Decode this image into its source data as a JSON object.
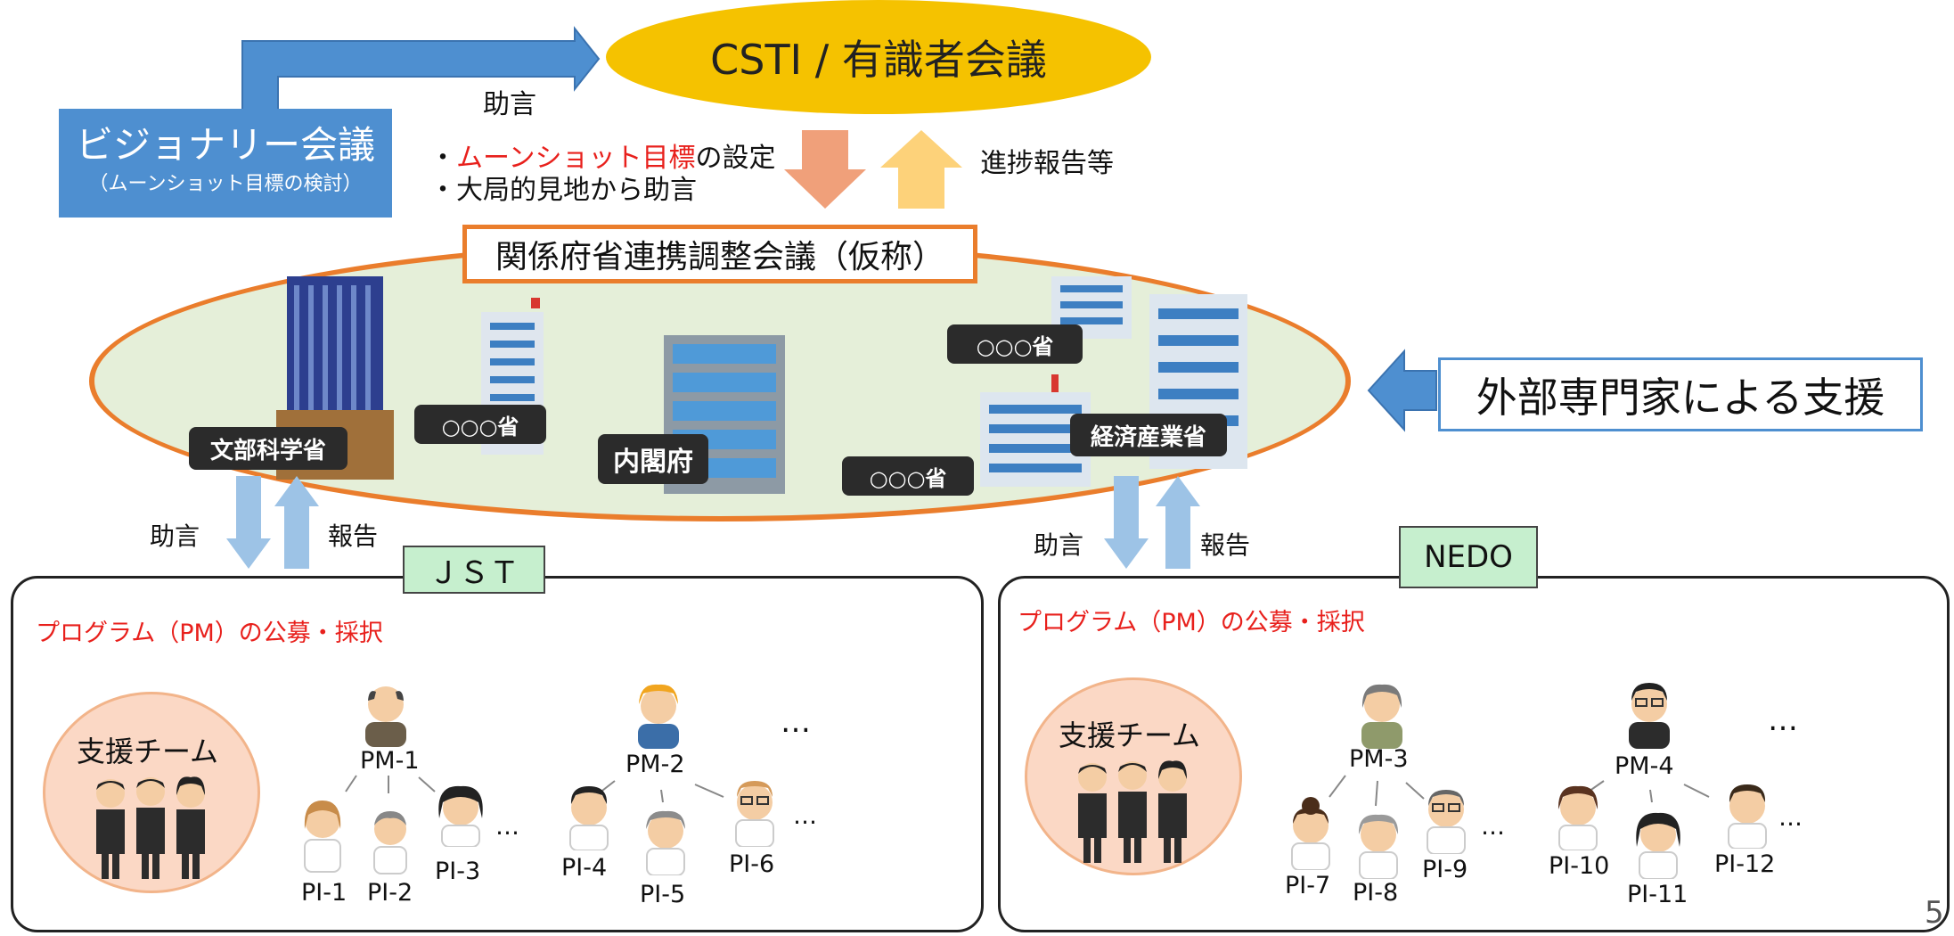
{
  "top": {
    "csti": "CSTI / 有識者会議",
    "visionary_title": "ビジョナリー会議",
    "visionary_sub": "（ムーンショット目標の検討）",
    "advice_label": "助言",
    "bullet1_red": "ムーンショット目標",
    "bullet1_rest": "の設定",
    "bullet1_prefix": "・",
    "bullet2": "・大局的見地から助言",
    "progress_label": "進捗報告等"
  },
  "center": {
    "title": "関係府省連携調整会議（仮称）",
    "ministries": [
      "文部科学省",
      "○○○省",
      "内閣府",
      "○○○省",
      "○○○省",
      "経済産業省"
    ],
    "external_support": "外部専門家による支援"
  },
  "left_arrows": {
    "advice": "助言",
    "report": "報告"
  },
  "right_arrows": {
    "advice": "助言",
    "report": "報告"
  },
  "jst": {
    "tag": "ＪＳＴ",
    "header": "プログラム（PM）の公募・採択",
    "team": "支援チーム",
    "pm": [
      "PM-1",
      "PM-2"
    ],
    "pi": [
      "PI-1",
      "PI-2",
      "PI-3",
      "PI-4",
      "PI-5",
      "PI-6"
    ],
    "ellipsis": "…"
  },
  "nedo": {
    "tag": "NEDO",
    "header": "プログラム（PM）の公募・採択",
    "team": "支援チーム",
    "pm": [
      "PM-3",
      "PM-4"
    ],
    "pi": [
      "PI-7",
      "PI-8",
      "PI-9",
      "PI-10",
      "PI-11",
      "PI-12"
    ],
    "ellipsis": "…"
  },
  "page_number": "5",
  "colors": {
    "csti": "#f5c200",
    "visionary": "#4e8fd0",
    "ellipse_border": "#ea7d2c",
    "ellipse_fill": "#e5efd9",
    "tag_fill": "#c6efce",
    "red": "#e8201c"
  }
}
